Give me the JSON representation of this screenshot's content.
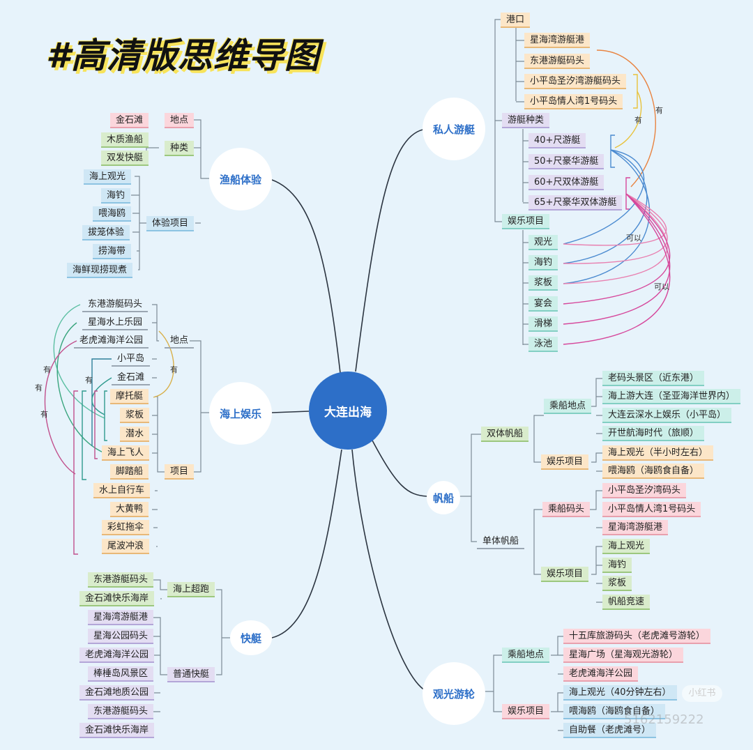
{
  "title": "#高清版思维导图",
  "center": "大连出海",
  "branches": {
    "fishing": "渔船体验",
    "private": "私人游艇",
    "entertainment": "海上娱乐",
    "sail": "帆船",
    "speedboat": "快艇",
    "tour": "观光游轮"
  },
  "fishing": {
    "location_label": "地点",
    "location": "金石滩",
    "type_label": "种类",
    "types": [
      "木质渔船",
      "双发快艇"
    ],
    "activity_label": "体验项目",
    "activities": [
      "海上观光",
      "海钓",
      "喂海鸥",
      "拔笼体验",
      "捞海带",
      "海鲜现捞现煮"
    ]
  },
  "private": {
    "port_label": "港口",
    "ports": [
      "星海湾游艇港",
      "东港游艇码头",
      "小平岛圣汐湾游艇码头",
      "小平岛情人湾1号码头"
    ],
    "type_label": "游艇种类",
    "types": [
      "40+尺游艇",
      "50+尺豪华游艇",
      "60+尺双体游艇",
      "65+尺豪华双体游艇"
    ],
    "fun_label": "娱乐项目",
    "fun": [
      "观光",
      "海钓",
      "浆板",
      "宴会",
      "滑梯",
      "泳池"
    ],
    "rel_have1": "有",
    "rel_have2": "有",
    "rel_can1": "可以",
    "rel_can2": "可以"
  },
  "entertainment": {
    "location_label": "地点",
    "locations": [
      "东港游艇码头",
      "星海水上乐园",
      "老虎滩海洋公园",
      "小平岛",
      "金石滩"
    ],
    "item_label": "项目",
    "items": [
      "摩托艇",
      "浆板",
      "潜水",
      "海上飞人",
      "脚踏船",
      "水上自行车",
      "大黄鸭",
      "彩虹拖伞",
      "尾波冲浪"
    ],
    "rel_have": [
      "有",
      "有",
      "有",
      "有"
    ]
  },
  "sail": {
    "cat": "双体帆船",
    "cat_board_label": "乘船地点",
    "cat_boards": [
      "老码头景区（近东港）",
      "海上游大连（圣亚海洋世界内）",
      "大连云深水上娱乐（小平岛）",
      "开世航海时代（旅顺）"
    ],
    "cat_fun_label": "娱乐项目",
    "cat_fun": [
      "海上观光（半小时左右）",
      "喂海鸥（海鸥食自备）"
    ],
    "mono": "单体帆船",
    "mono_board_label": "乘船码头",
    "mono_boards": [
      "小平岛圣汐湾码头",
      "小平岛情人湾1号码头",
      "星海湾游艇港"
    ],
    "mono_fun_label": "娱乐项目",
    "mono_fun": [
      "海上观光",
      "海钓",
      "浆板",
      "帆船竞速"
    ]
  },
  "speedboat": {
    "run_label": "海上超跑",
    "run": [
      "东港游艇码头",
      "金石滩快乐海岸"
    ],
    "normal_label": "普通快艇",
    "normal": [
      "星海湾游艇港",
      "星海公园码头",
      "老虎滩海洋公园",
      "棒棰岛风景区",
      "金石滩地质公园",
      "东港游艇码头",
      "金石滩快乐海岸"
    ]
  },
  "tour": {
    "board_label": "乘船地点",
    "boards": [
      "十五库旅游码头（老虎滩号游轮）",
      "星海广场（星海观光游轮）",
      "老虎滩海洋公园"
    ],
    "fun_label": "娱乐项目",
    "fun": [
      "海上观光（40分钟左右）",
      "喂海鸥（海鸥食自备）",
      "自助餐（老虎滩号）"
    ]
  },
  "watermark": "小红书",
  "watermark_id": "5162159222"
}
